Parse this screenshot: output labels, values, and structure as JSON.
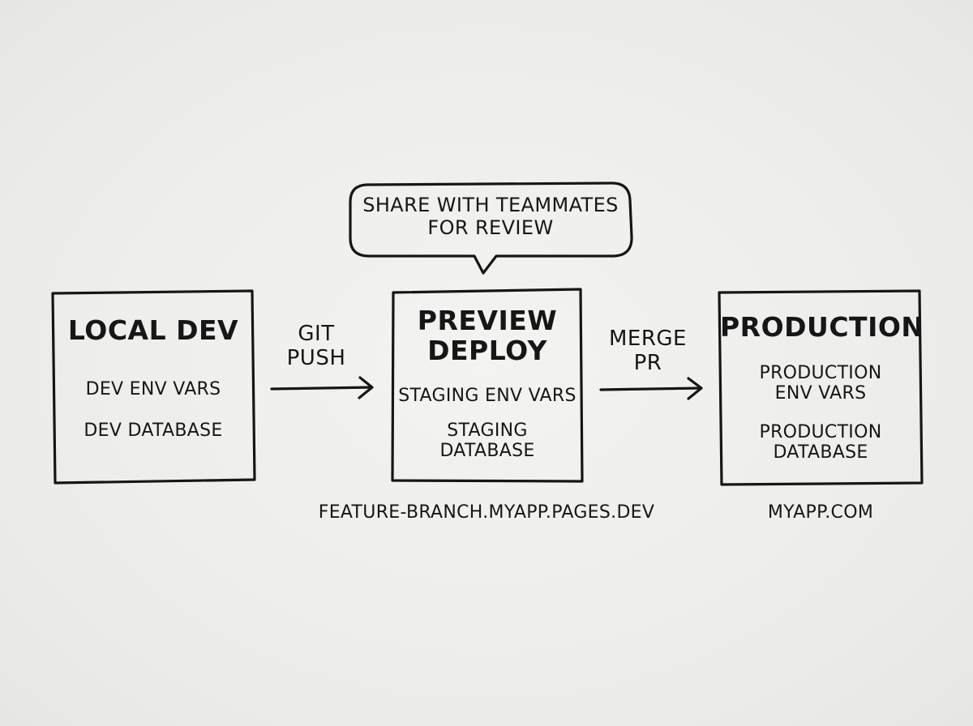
{
  "callout": {
    "text_line1": "SHARE WITH TEAMMATES",
    "text_line2": "FOR REVIEW"
  },
  "stages": [
    {
      "title": "LOCAL DEV",
      "items": [
        "DEV ENV VARS",
        "DEV DATABASE"
      ]
    },
    {
      "title_line1": "PREVIEW",
      "title_line2": "DEPLOY",
      "items": [
        "STAGING ENV VARS",
        "STAGING",
        "DATABASE"
      ],
      "url": "FEATURE-BRANCH.MYAPP.PAGES.DEV"
    },
    {
      "title": "PRODUCTION",
      "items": [
        "PRODUCTION",
        "ENV VARS",
        "PRODUCTION",
        "DATABASE"
      ],
      "url": "MYAPP.COM"
    }
  ],
  "transitions": [
    {
      "line1": "GIT",
      "line2": "PUSH"
    },
    {
      "line1": "MERGE",
      "line2": "PR"
    }
  ]
}
